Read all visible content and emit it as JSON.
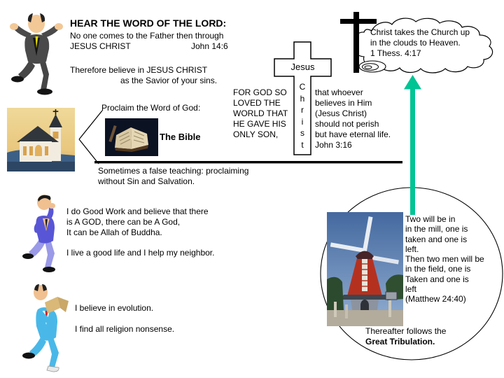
{
  "colors": {
    "arrow_green": "#00C494"
  },
  "figures": {
    "preacher": "preacher-clipart",
    "church": "church-photo",
    "bible": "open-bible-photo",
    "believer": "proud-man-clipart",
    "skeptic": "reading-man-clipart",
    "windmill": "windmill-photo"
  },
  "header": {
    "title": "HEAR THE WORD OF THE LORD:",
    "line1": "No one comes to the Father then through",
    "line2": "JESUS CHRIST",
    "reference": "John 14:6",
    "line3": "Therefore believe in JESUS CHRIST",
    "line4": "as the Savior of your sins."
  },
  "proclaim": {
    "label": "Proclaim the Word of God:",
    "bible_caption": "The Bible",
    "false_teaching_line1": "Sometimes a false teaching: proclaiming",
    "false_teaching_line2": "without Sin and Salvation."
  },
  "cross": {
    "name": "Jesus",
    "vertical_letters": [
      "C",
      "h",
      "r",
      "i",
      "s",
      "t"
    ]
  },
  "verse_john316": {
    "left_lines": [
      "FOR GOD SO",
      "LOVED THE",
      "WORLD THAT",
      "HE GAVE HIS",
      "ONLY SON,"
    ],
    "right_lines": [
      "that whoever",
      "believes in Him",
      "(Jesus Christ)",
      "should not perish",
      "but have eternal life.",
      "John 3:16"
    ]
  },
  "cloud_callout": {
    "line1": "Christ takes the Church up",
    "line2": "in the clouds to Heaven.",
    "line3": "1 Thess. 4:17"
  },
  "good_works": {
    "line1": "I do Good Work and believe that there",
    "line2": "is A GOD, there can be A God,",
    "line3": "It can be Allah of Buddha.",
    "line4": "I live a good life and I help my neighbor."
  },
  "skeptic": {
    "line1": "I believe in evolution.",
    "line2": "I find all religion nonsense."
  },
  "rapture": {
    "verse_lines": [
      "Two will be in",
      "in the mill, one is",
      "taken and one is",
      "left.",
      "Then two men will be",
      "in the field, one is",
      "Taken and one is",
      "left",
      "(Matthew 24:40)"
    ],
    "footer_line1": "Thereafter follows the",
    "footer_line2": "Great Tribulation."
  }
}
